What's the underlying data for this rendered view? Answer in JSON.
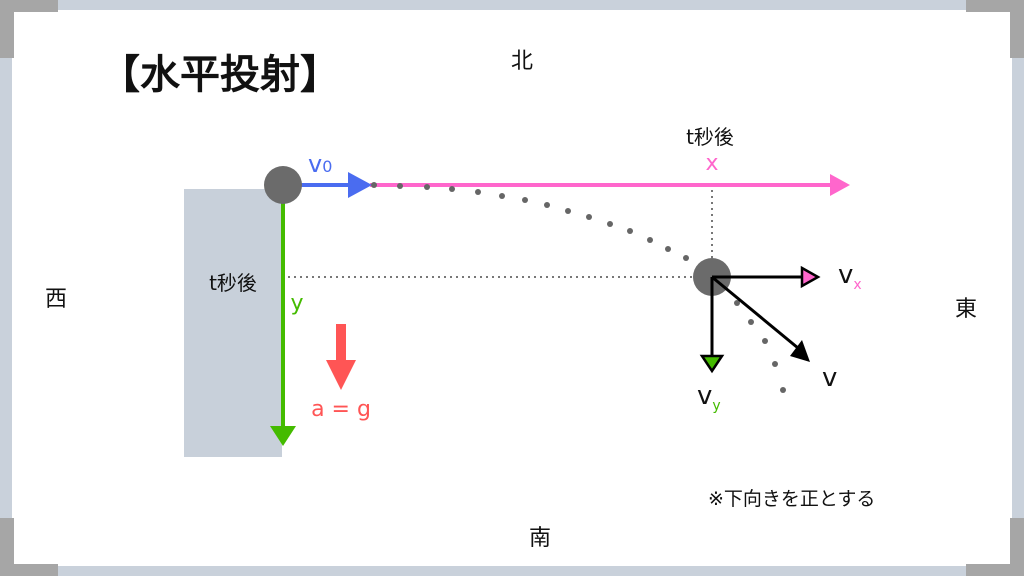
{
  "title": "【水平投射】",
  "directions": {
    "north": "北",
    "south": "南",
    "east": "東",
    "west": "西"
  },
  "labels": {
    "v0_main": "v",
    "v0_sub": "0",
    "t_later_top": "t秒後",
    "t_later_left": "t秒後",
    "x_mark": "x",
    "y_mark": "y",
    "accel": "a = g",
    "vx_main": "v",
    "vx_sub": "x",
    "vy_main": "v",
    "vy_sub": "y",
    "v": "v",
    "note": "※下向きを正とする"
  },
  "colors": {
    "frame": "#c9d1db",
    "corner": "#a6a6a6",
    "cliff": "#c8d0da",
    "blue": "#4a6cf0",
    "pink": "#ff66cc",
    "green": "#44bb00",
    "red": "#ff5555",
    "ball": "#6b6b6b"
  }
}
